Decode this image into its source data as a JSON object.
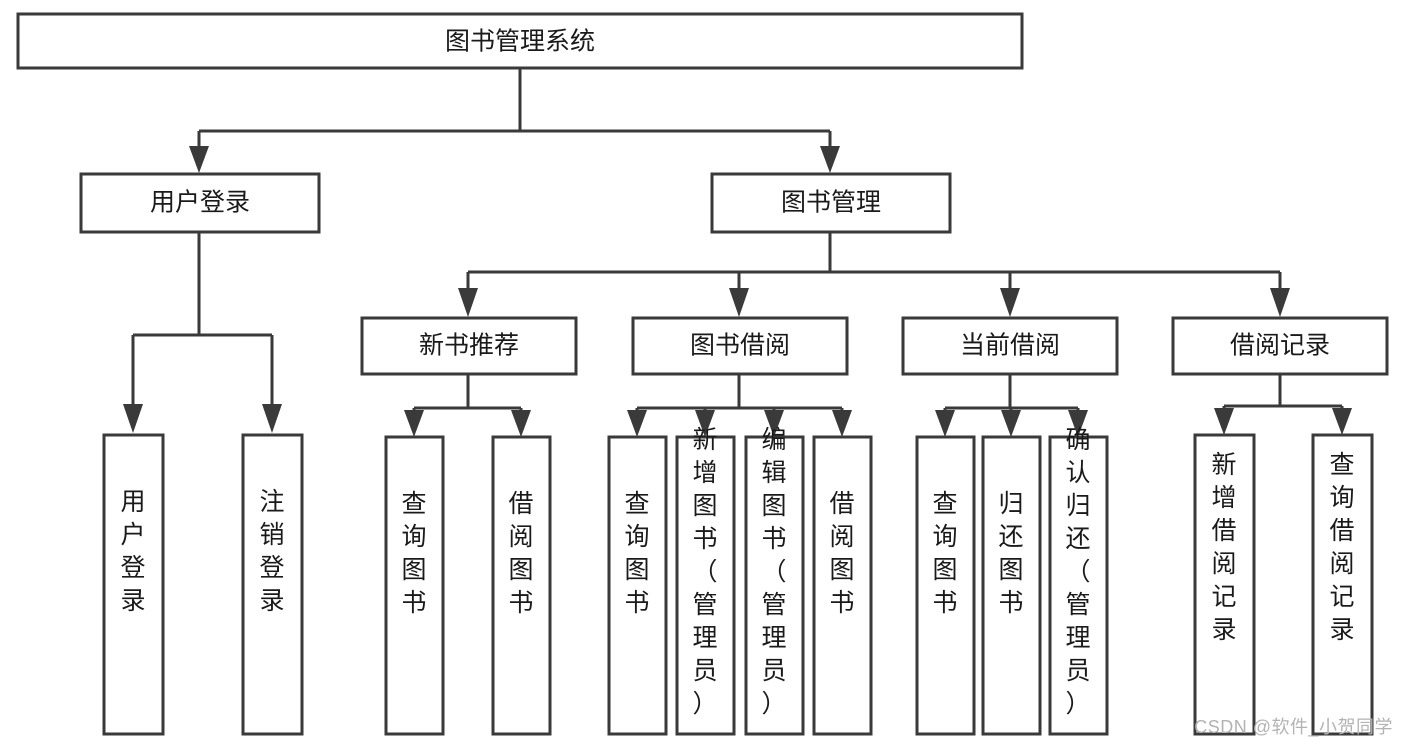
{
  "diagram": {
    "type": "tree",
    "title": "图书管理系统",
    "watermark": "CSDN @软件_小贺同学",
    "colors": {
      "box_stroke": "#3a3a3a",
      "box_fill": "#ffffff",
      "text": "#1a1a1a",
      "connector": "#3a3a3a",
      "watermark": "#b3b3b3",
      "background": "#ffffff"
    },
    "levels": {
      "root": {
        "label": "图书管理系统"
      },
      "level2": [
        {
          "label": "用户登录"
        },
        {
          "label": "图书管理"
        }
      ],
      "level3": [
        {
          "label": "新书推荐"
        },
        {
          "label": "图书借阅"
        },
        {
          "label": "当前借阅"
        },
        {
          "label": "借阅记录"
        }
      ],
      "leaves": {
        "user_login": [
          {
            "label": "用户登录"
          },
          {
            "label": "注销登录"
          }
        ],
        "new_book_recommend": [
          {
            "label": "查询图书"
          },
          {
            "label": "借阅图书"
          }
        ],
        "book_borrow": [
          {
            "label": "查询图书"
          },
          {
            "label": "新增图书（管理员）"
          },
          {
            "label": "编辑图书（管理员）"
          },
          {
            "label": "借阅图书"
          }
        ],
        "current_borrow": [
          {
            "label": "查询图书"
          },
          {
            "label": "归还图书"
          },
          {
            "label": "确认归还（管理员）"
          }
        ],
        "borrow_record": [
          {
            "label": "新增借阅记录"
          },
          {
            "label": "查询借阅记录"
          }
        ]
      }
    }
  }
}
